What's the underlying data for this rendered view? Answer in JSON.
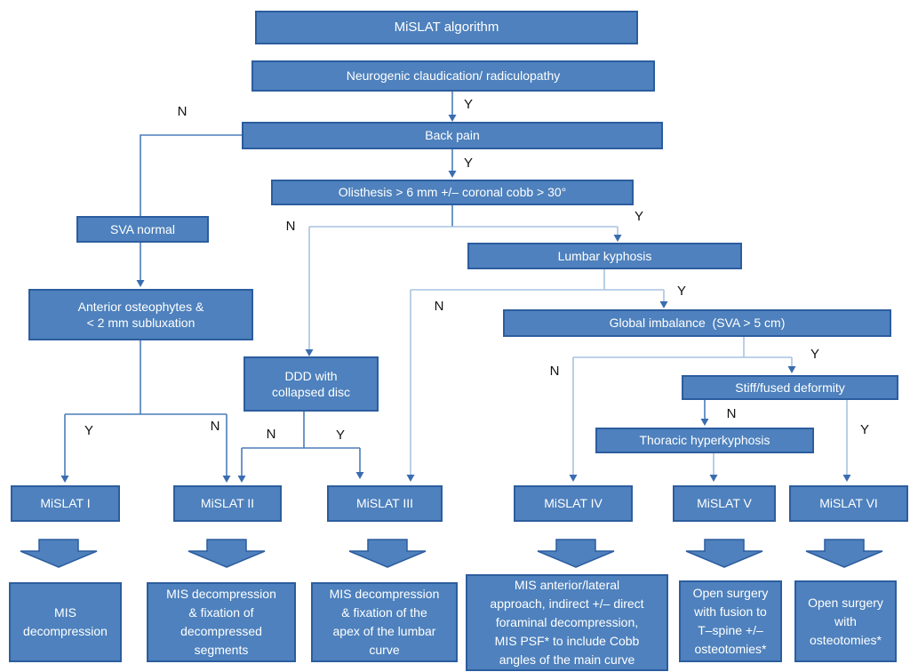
{
  "colors": {
    "box_fill": "#4e81bd",
    "box_border": "#2c5d9f",
    "connector": "#4b7db9",
    "connector_light": "#a9c3e0",
    "arrowhead": "#3a6cb0",
    "box_text": "#ffffff",
    "branch_label_text": "#111111"
  },
  "flow": {
    "title": "MiSLAT algorithm",
    "branch_labels": {
      "yes": "Y",
      "no": "N"
    },
    "steps": {
      "neurogenic": "Neurogenic claudication/ radiculopathy",
      "back_pain": "Back pain",
      "olisthesis": "Olisthesis > 6 mm +/– coronal cobb > 30°",
      "sva_normal": "SVA normal",
      "anterior_osteophytes": "Anterior osteophytes &\n< 2 mm subluxation",
      "ddd": "DDD with\ncollapsed disc",
      "lumbar_kyphosis": "Lumbar kyphosis",
      "global_imbalance": "Global imbalance  (SVA > 5 cm)",
      "stiff_fused": "Stiff/fused deformity",
      "thoracic_hyperkyphosis": "Thoracic hyperkyphosis"
    },
    "results": [
      "MiSLAT I",
      "MiSLAT II",
      "MiSLAT III",
      "MiSLAT IV",
      "MiSLAT V",
      "MiSLAT VI"
    ],
    "treatments": [
      "MIS\ndecompression",
      "MIS decompression\n& fixation of\ndecompressed\nsegments",
      "MIS decompression\n& fixation of the\napex of the lumbar\ncurve",
      "MIS anterior/lateral\napproach, indirect +/– direct\nforaminal decompression,\nMIS PSF* to include Cobb\nangles of the main curve",
      "Open surgery\nwith fusion to\nT–spine +/–\nosteotomies*",
      "Open surgery\nwith\nosteotomies*"
    ],
    "edges": [
      {
        "from": "neurogenic",
        "to": "back_pain",
        "label": "Y"
      },
      {
        "from": "back_pain",
        "to": "sva_normal",
        "label": "N"
      },
      {
        "from": "back_pain",
        "to": "olisthesis",
        "label": "Y"
      },
      {
        "from": "olisthesis",
        "to": "ddd",
        "label": "N"
      },
      {
        "from": "olisthesis",
        "to": "lumbar_kyphosis",
        "label": "Y"
      },
      {
        "from": "sva_normal",
        "to": "anterior_osteophytes",
        "label": ""
      },
      {
        "from": "anterior_osteophytes",
        "to": "MiSLAT I",
        "label": "Y"
      },
      {
        "from": "anterior_osteophytes",
        "to": "MiSLAT II",
        "label": "N"
      },
      {
        "from": "ddd",
        "to": "MiSLAT II",
        "label": "N"
      },
      {
        "from": "ddd",
        "to": "MiSLAT III",
        "label": "Y"
      },
      {
        "from": "lumbar_kyphosis",
        "to": "MiSLAT III",
        "label": "N"
      },
      {
        "from": "lumbar_kyphosis",
        "to": "global_imbalance",
        "label": "Y"
      },
      {
        "from": "global_imbalance",
        "to": "MiSLAT IV",
        "label": "N"
      },
      {
        "from": "global_imbalance",
        "to": "stiff_fused",
        "label": "Y"
      },
      {
        "from": "stiff_fused",
        "to": "thoracic_hyperkyphosis",
        "label": "N"
      },
      {
        "from": "stiff_fused",
        "to": "MiSLAT VI",
        "label": "Y"
      },
      {
        "from": "thoracic_hyperkyphosis",
        "to": "MiSLAT V",
        "label": ""
      },
      {
        "from": "MiSLAT I",
        "to": "treatment_1",
        "label": ""
      },
      {
        "from": "MiSLAT II",
        "to": "treatment_2",
        "label": ""
      },
      {
        "from": "MiSLAT III",
        "to": "treatment_3",
        "label": ""
      },
      {
        "from": "MiSLAT IV",
        "to": "treatment_4",
        "label": ""
      },
      {
        "from": "MiSLAT V",
        "to": "treatment_5",
        "label": ""
      },
      {
        "from": "MiSLAT VI",
        "to": "treatment_6",
        "label": ""
      }
    ]
  }
}
